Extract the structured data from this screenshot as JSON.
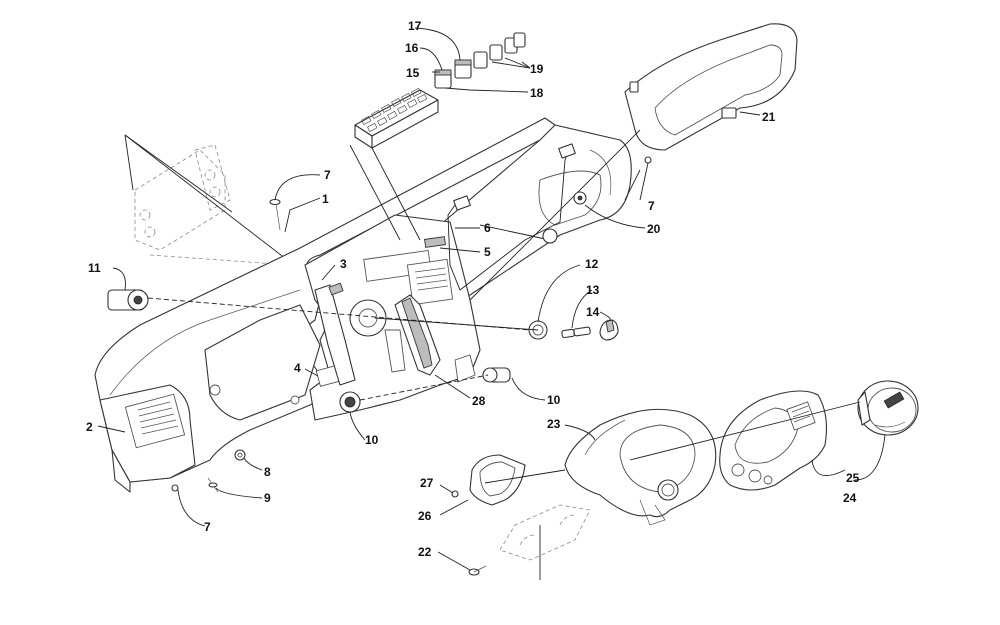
{
  "callouts": [
    {
      "id": "c1",
      "text": "1"
    },
    {
      "id": "c2",
      "text": "2"
    },
    {
      "id": "c3",
      "text": "3"
    },
    {
      "id": "c4",
      "text": "4"
    },
    {
      "id": "c5",
      "text": "5"
    },
    {
      "id": "c6",
      "text": "6"
    },
    {
      "id": "c7a",
      "text": "7"
    },
    {
      "id": "c7b",
      "text": "7"
    },
    {
      "id": "c7c",
      "text": "7"
    },
    {
      "id": "c8",
      "text": "8"
    },
    {
      "id": "c9",
      "text": "9"
    },
    {
      "id": "c10a",
      "text": "10"
    },
    {
      "id": "c10b",
      "text": "10"
    },
    {
      "id": "c11",
      "text": "11"
    },
    {
      "id": "c12",
      "text": "12"
    },
    {
      "id": "c13",
      "text": "13"
    },
    {
      "id": "c14",
      "text": "14"
    },
    {
      "id": "c15",
      "text": "15"
    },
    {
      "id": "c16",
      "text": "16"
    },
    {
      "id": "c17",
      "text": "17"
    },
    {
      "id": "c18",
      "text": "18"
    },
    {
      "id": "c19",
      "text": "19"
    },
    {
      "id": "c20",
      "text": "20"
    },
    {
      "id": "c21",
      "text": "21"
    },
    {
      "id": "c22",
      "text": "22"
    },
    {
      "id": "c23",
      "text": "23"
    },
    {
      "id": "c24",
      "text": "24"
    },
    {
      "id": "c25",
      "text": "25"
    },
    {
      "id": "c26",
      "text": "26"
    },
    {
      "id": "c27",
      "text": "27"
    },
    {
      "id": "c28",
      "text": "28"
    }
  ]
}
